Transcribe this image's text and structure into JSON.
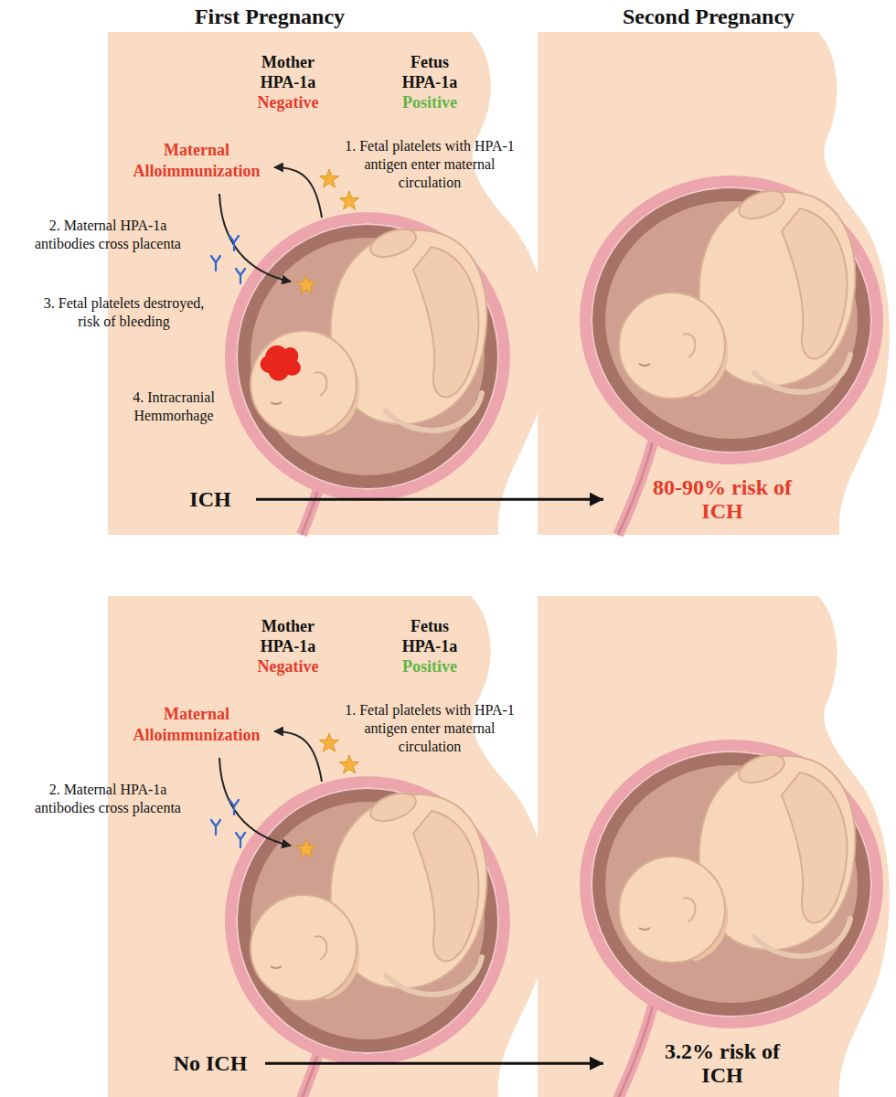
{
  "diagram": {
    "nodes": [
      {
        "text": [
          "ICH"
        ]
      },
      {
        "text": [
          "80-90% risk of ICH"
        ]
      },
      {
        "text": [
          "No ICH"
        ]
      },
      {
        "text": [
          "3.2% risk of ICH"
        ]
      }
    ],
    "edges": [
      {
        "from": 0,
        "to": 1,
        "arrow": "to"
      },
      {
        "from": 2,
        "to": 3,
        "arrow": "to"
      }
    ],
    "labels": [
      "First Pregnancy",
      "Second Pregnancy",
      "Mother",
      "HPA-1a",
      "Negative",
      "Fetus",
      "HPA-1a",
      "Positive",
      "Maternal Alloimmunization",
      "1. Fetal platelets with HPA-1 antigen enter maternal circulation",
      "2. Maternal HPA-1a antibodies cross placenta",
      "3. Fetal platelets destroyed, risk of bleeding",
      "4. Intracranial Hemmorhage",
      "Mother",
      "HPA-1a",
      "Negative",
      "Fetus",
      "HPA-1a",
      "Positive",
      "Maternal Alloimmunization",
      "1. Fetal platelets with HPA-1 antigen enter maternal circulation",
      "2. Maternal HPA-1a antibodies cross placenta"
    ]
  }
}
